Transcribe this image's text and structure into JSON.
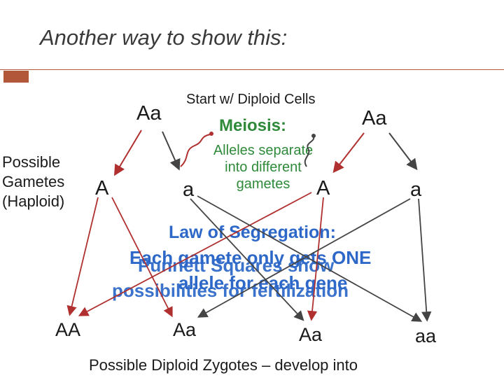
{
  "title": "Another way to show this:",
  "header_note": "Start w/ Diploid Cells",
  "meiosis_label": "Meiosis:",
  "parents": {
    "left": "Aa",
    "right": "Aa"
  },
  "side_label": {
    "line1": "Possible",
    "line2": "Gametes",
    "line3": "(Haploid)"
  },
  "gametes": {
    "g1": "A",
    "g2": "a",
    "g3": "A",
    "g4": "a"
  },
  "separation_note": {
    "line1": "Alleles separate",
    "line2": "into different",
    "line3": "gametes"
  },
  "law_title": "Law of Segregation:",
  "law_text": {
    "line1": "Each gamete only gets ONE",
    "line2": "allele for each gene"
  },
  "punnett_text": {
    "line1": "Punnett Squares show",
    "line2": "possibilities for fertilization"
  },
  "zygotes": {
    "z1": "AA",
    "z2": "Aa",
    "z3": "Aa",
    "z4": "aa"
  },
  "footer": "Possible Diploid Zygotes – develop into",
  "colors": {
    "accent_bar": "#b3573a",
    "arrow_dark": "#444444",
    "arrow_red": "#b03030",
    "green_text": "#2f8a3a",
    "blue_text": "#2d68c8"
  }
}
